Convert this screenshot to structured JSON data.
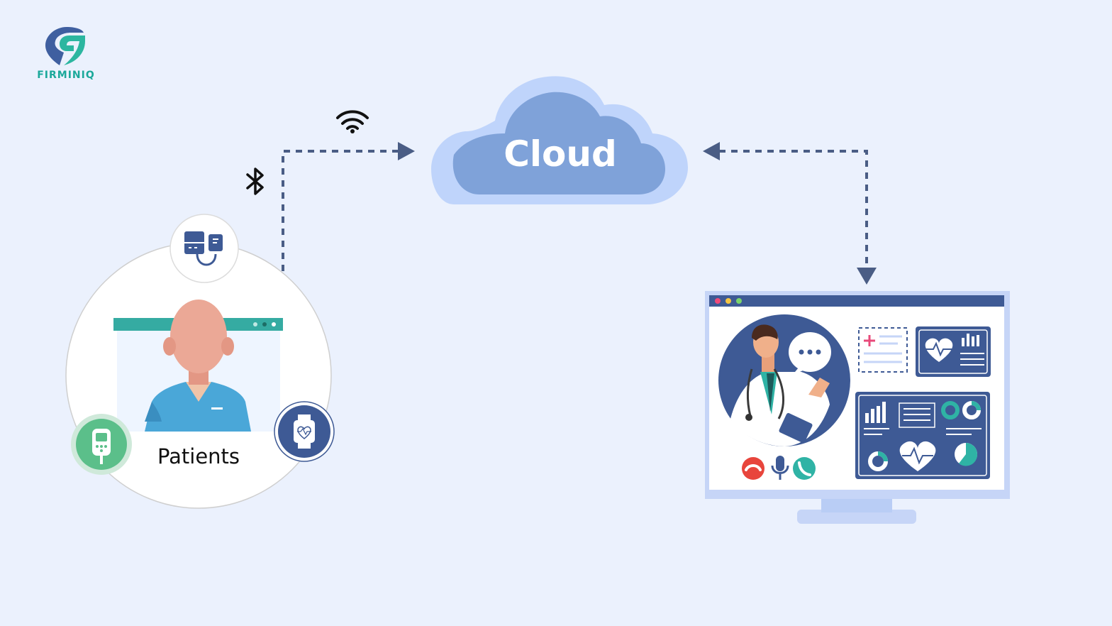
{
  "brand": {
    "name": "FIRMINIQ",
    "color": "#1aa89a",
    "logo_icon": "firminiq-logo"
  },
  "cloud": {
    "label": "Cloud",
    "icon": "cloud-icon"
  },
  "patients": {
    "label": "Patients",
    "icon": "patient-avatar"
  },
  "devices": [
    "blood-pressure-monitor-icon",
    "glucometer-icon",
    "smartwatch-heart-icon"
  ],
  "connections": [
    "wifi-icon",
    "bluetooth-icon"
  ],
  "colors": {
    "background": "#ebf1fd",
    "cloud_outer": "#bfd4fb",
    "cloud_inner": "#7fa2d9",
    "arrow": "#4a5d85",
    "navy": "#3e5a95",
    "teal": "#35aba2",
    "green": "#5bbf8a"
  }
}
